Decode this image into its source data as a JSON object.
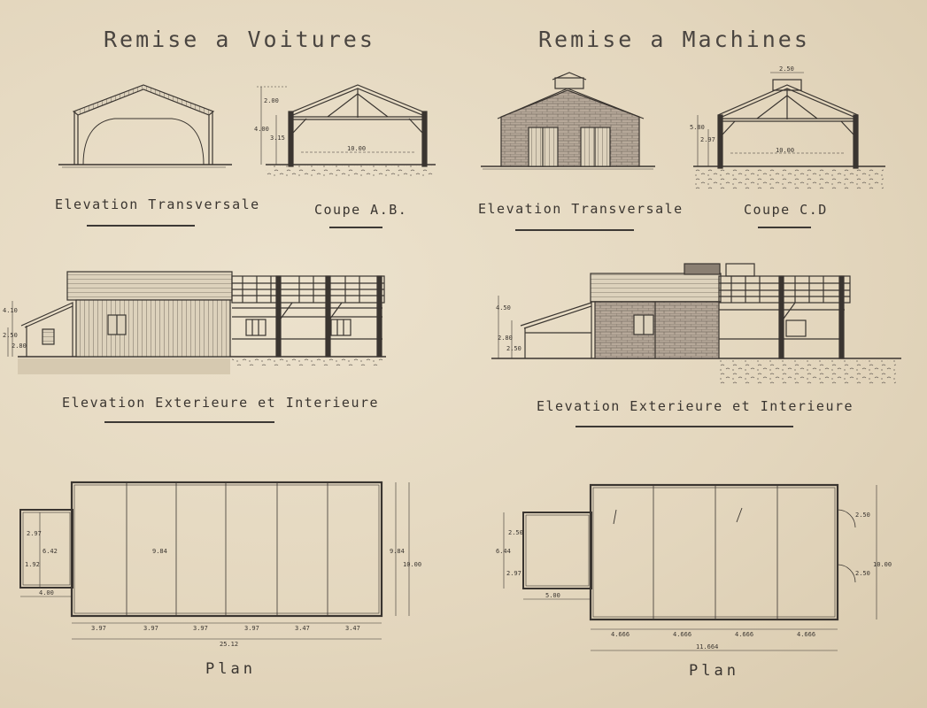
{
  "titles": {
    "left": "Remise a Voitures",
    "right": "Remise a Machines"
  },
  "captions": {
    "elev_transv_left": "Elevation Transversale",
    "coupe_ab": "Coupe A.B.",
    "elev_transv_right": "Elevation Transversale",
    "coupe_cd": "Coupe C.D",
    "elev_ext_int_left": "Elevation Exterieure et Interieure",
    "elev_ext_int_right": "Elevation Exterieure et Interieure",
    "plan_left": "Plan",
    "plan_right": "Plan"
  },
  "dimensions": {
    "coupe_ab_span": "10.00",
    "coupe_ab_h1": "2.00",
    "coupe_ab_h2": "4.00",
    "coupe_ab_h3": "3.15",
    "coupe_cd_span": "10.00",
    "coupe_cd_top": "2.50",
    "coupe_cd_h1": "5.80",
    "coupe_cd_h2": "2.97",
    "elev_left_h1": "4.10",
    "elev_left_h2": "2.50",
    "elev_left_h3": "2.80",
    "elev_right_h1": "4.50",
    "elev_right_h2": "2.80",
    "elev_right_h3": "2.50",
    "plan_left_bays": [
      "3.97",
      "3.97",
      "3.97",
      "3.97",
      "3.47",
      "3.47"
    ],
    "plan_left_total": "25.12",
    "plan_left_depth": "9.84",
    "plan_left_depth_outer": "9.84",
    "plan_left_depth_total": "10.00",
    "plan_left_annex_w": "4.00",
    "plan_left_annex_d1": "2.97",
    "plan_left_annex_d2": "1.92",
    "plan_left_annex_d3": "6.42",
    "plan_right_bays": [
      "4.666",
      "4.666",
      "4.666",
      "4.666"
    ],
    "plan_right_total": "11.664",
    "plan_right_depth": "10.00",
    "plan_right_annex_w": "5.00",
    "plan_right_annex_d1": "6.44",
    "plan_right_annex_d2": "2.97",
    "plan_right_annex_d3": "2.50",
    "plan_right_door1": "2.50",
    "plan_right_door2": "2.50"
  },
  "colors": {
    "paper": "#e7dcc6",
    "ink": "#3a3530",
    "wash": "#b9ab99"
  }
}
